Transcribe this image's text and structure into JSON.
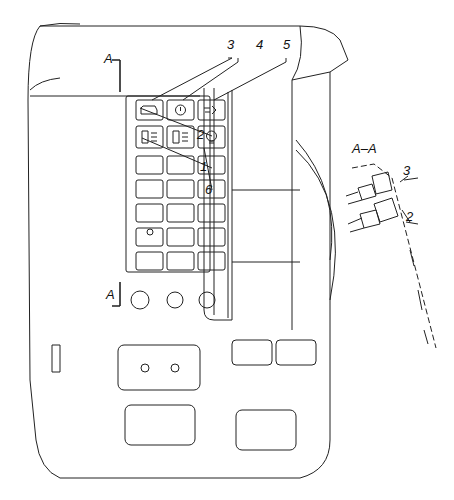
{
  "diagram": {
    "labels": [
      "3",
      "4",
      "5",
      "A",
      "2",
      "1",
      "6",
      "A–A",
      "3",
      "2",
      "A"
    ]
  }
}
